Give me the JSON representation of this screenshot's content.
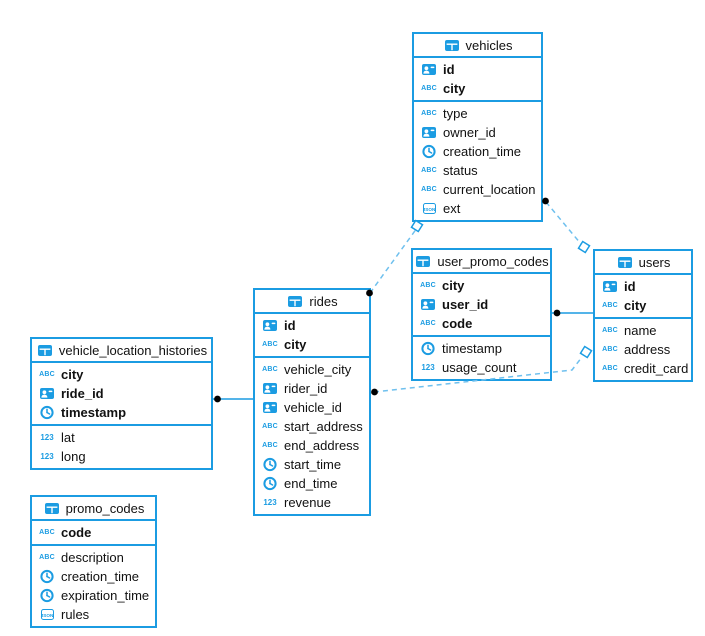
{
  "colors": {
    "accent": "#1b9ce2",
    "dashed_line": "#6fc0ee",
    "marker_dot": "#000000"
  },
  "icons": {
    "varchar": "ABC",
    "integer": "123",
    "json": "JSON"
  },
  "tables": [
    {
      "name": "vehicles",
      "pk": [
        {
          "name": "id",
          "type": "uuid"
        },
        {
          "name": "city",
          "type": "varchar"
        }
      ],
      "fields": [
        {
          "name": "type",
          "type": "varchar"
        },
        {
          "name": "owner_id",
          "type": "uuid"
        },
        {
          "name": "creation_time",
          "type": "timestamp"
        },
        {
          "name": "status",
          "type": "varchar"
        },
        {
          "name": "current_location",
          "type": "varchar"
        },
        {
          "name": "ext",
          "type": "json"
        }
      ]
    },
    {
      "name": "user_promo_codes",
      "pk": [
        {
          "name": "city",
          "type": "varchar"
        },
        {
          "name": "user_id",
          "type": "uuid"
        },
        {
          "name": "code",
          "type": "varchar"
        }
      ],
      "fields": [
        {
          "name": "timestamp",
          "type": "timestamp"
        },
        {
          "name": "usage_count",
          "type": "integer"
        }
      ]
    },
    {
      "name": "users",
      "pk": [
        {
          "name": "id",
          "type": "uuid"
        },
        {
          "name": "city",
          "type": "varchar"
        }
      ],
      "fields": [
        {
          "name": "name",
          "type": "varchar"
        },
        {
          "name": "address",
          "type": "varchar"
        },
        {
          "name": "credit_card",
          "type": "varchar"
        }
      ]
    },
    {
      "name": "rides",
      "pk": [
        {
          "name": "id",
          "type": "uuid"
        },
        {
          "name": "city",
          "type": "varchar"
        }
      ],
      "fields": [
        {
          "name": "vehicle_city",
          "type": "varchar"
        },
        {
          "name": "rider_id",
          "type": "uuid"
        },
        {
          "name": "vehicle_id",
          "type": "uuid"
        },
        {
          "name": "start_address",
          "type": "varchar"
        },
        {
          "name": "end_address",
          "type": "varchar"
        },
        {
          "name": "start_time",
          "type": "timestamp"
        },
        {
          "name": "end_time",
          "type": "timestamp"
        },
        {
          "name": "revenue",
          "type": "integer"
        }
      ]
    },
    {
      "name": "vehicle_location_histories",
      "pk": [
        {
          "name": "city",
          "type": "varchar"
        },
        {
          "name": "ride_id",
          "type": "uuid"
        },
        {
          "name": "timestamp",
          "type": "timestamp"
        }
      ],
      "fields": [
        {
          "name": "lat",
          "type": "integer"
        },
        {
          "name": "long",
          "type": "integer"
        }
      ]
    },
    {
      "name": "promo_codes",
      "pk": [
        {
          "name": "code",
          "type": "varchar"
        }
      ],
      "fields": [
        {
          "name": "description",
          "type": "varchar"
        },
        {
          "name": "creation_time",
          "type": "timestamp"
        },
        {
          "name": "expiration_time",
          "type": "timestamp"
        },
        {
          "name": "rules",
          "type": "json"
        }
      ]
    }
  ],
  "relations": [
    {
      "from": "vehicle_location_histories",
      "from_marker": "dot",
      "to": "rides",
      "to_marker": "edge",
      "style": "solid"
    },
    {
      "from": "user_promo_codes",
      "from_marker": "dot",
      "to": "users",
      "to_marker": "edge",
      "style": "solid"
    },
    {
      "from": "rides",
      "from_marker": "dot",
      "to": "users",
      "to_marker": "diamond",
      "style": "dashed"
    },
    {
      "from": "rides",
      "from_marker": "dot",
      "to": "vehicles",
      "to_marker": "diamond",
      "style": "dashed"
    },
    {
      "from": "vehicles",
      "from_marker": "dot",
      "to": "users",
      "to_marker": "diamond",
      "style": "dashed"
    }
  ]
}
